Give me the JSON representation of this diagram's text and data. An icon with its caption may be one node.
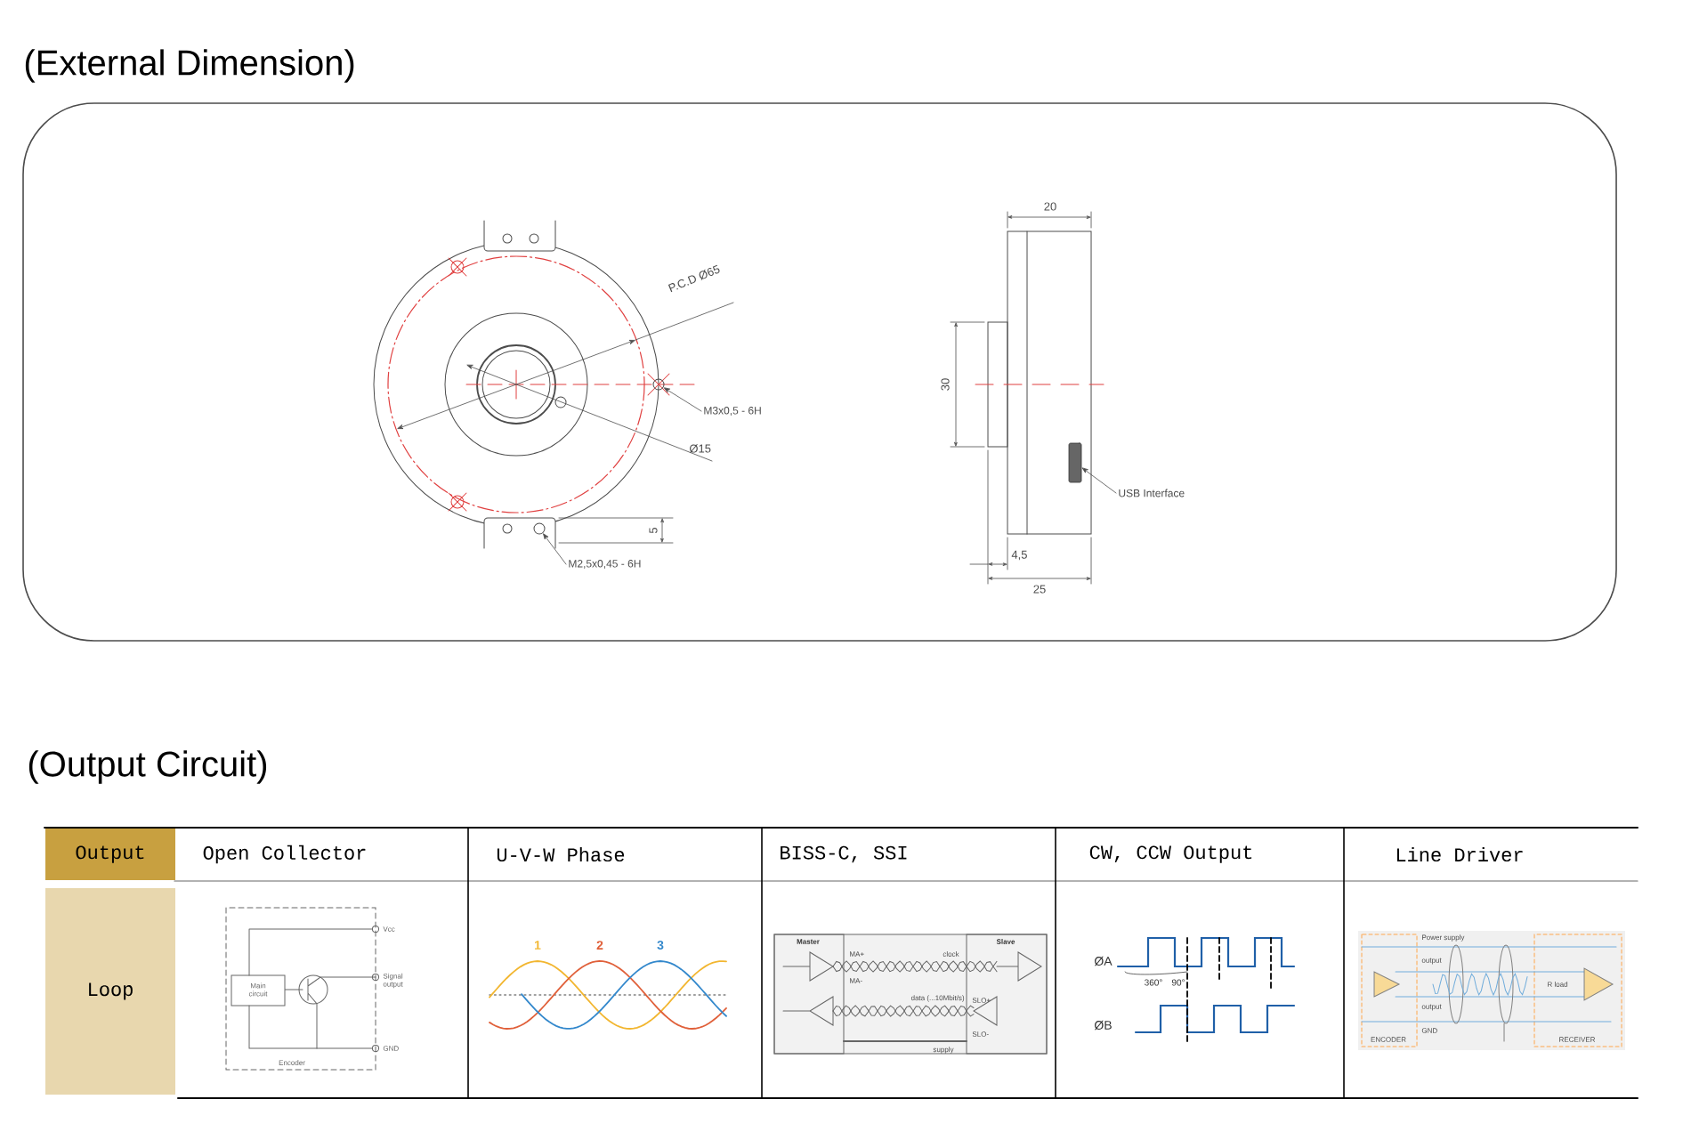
{
  "diagram": {
    "nodes": [
      {
        "text": [
          "M3x0,5 - 6H"
        ]
      },
      {
        "text": [],
        "shape": "circle"
      },
      {
        "text": [
          "M2,5x0,45 - 6H"
        ]
      },
      {
        "text": [],
        "shape": "circle"
      },
      {
        "text": [
          "USB Interface"
        ]
      },
      {
        "text": [],
        "shape": "box"
      }
    ],
    "edges": [
      {
        "from": 0,
        "to": 1,
        "arrow": "to"
      },
      {
        "from": 2,
        "to": 3,
        "arrow": "to"
      },
      {
        "from": 4,
        "to": 5,
        "arrow": "to"
      }
    ],
    "labels": [
      "(External Dimension)",
      "P.C.D Ø65",
      "Ø15",
      "5",
      "20",
      "30",
      "4,5",
      "25",
      "(Output Circuit)",
      "Output",
      "Open Collector",
      "U-V-W Phase",
      "BISS-C, SSI",
      "CW, CCW Output",
      "Line Driver",
      "Loop",
      "Vcc",
      "Main circuit",
      "Signal output",
      "GND",
      "Encoder",
      "1",
      "2",
      "3",
      "Master",
      "Slave",
      "MA+",
      "MA-",
      "clock",
      "data (...10Mbit/s)",
      "SLO+",
      "SLO-",
      "supply",
      "ØA",
      "ØB",
      "360°",
      "90°",
      "Power supply",
      "output",
      "output",
      "GND",
      "ENCODER",
      "RECEIVER",
      "R load"
    ]
  }
}
